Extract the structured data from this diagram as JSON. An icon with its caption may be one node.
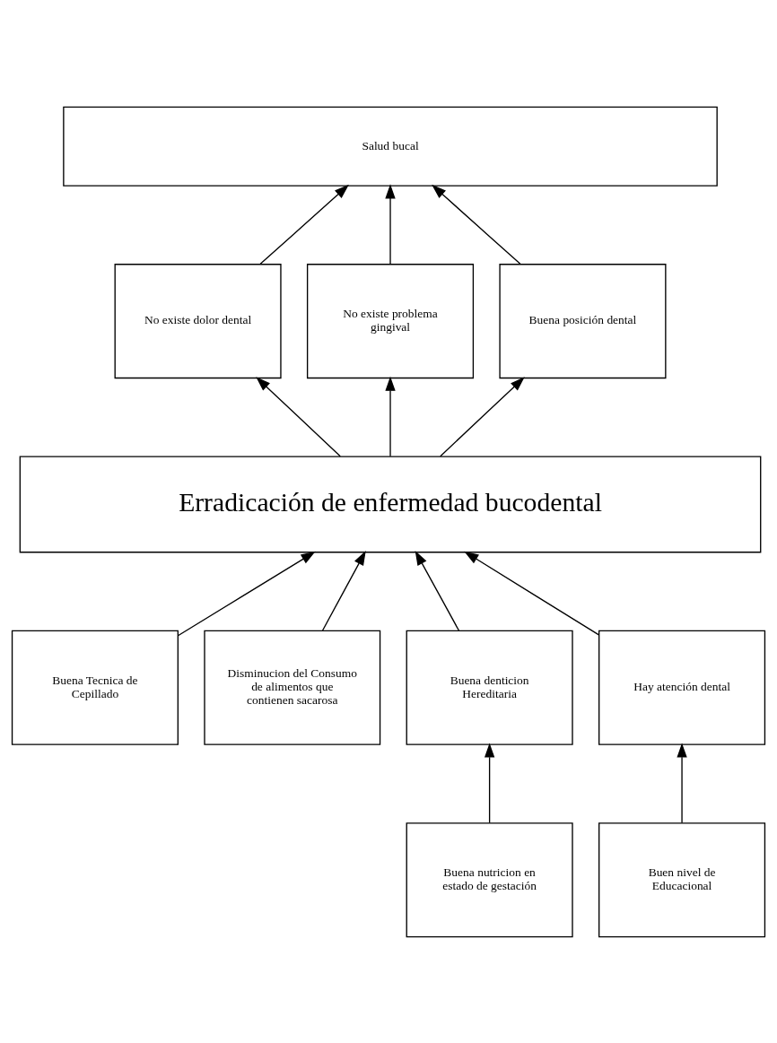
{
  "diagram": {
    "nodes": [
      {
        "text": [
          "Salud bucal"
        ]
      },
      {
        "text": [
          "No existe dolor dental"
        ]
      },
      {
        "text": [
          "No existe problema gingival"
        ]
      },
      {
        "text": [
          "Buena posición dental"
        ]
      },
      {
        "text": [
          "Erradicación de enfermedad bucodental"
        ]
      },
      {
        "text": [
          "Buena Tecnica de Cepillado"
        ]
      },
      {
        "text": [
          "Disminucion del Consumo de alimentos que contienen sacarosa"
        ]
      },
      {
        "text": [
          "Buena denticion Hereditaria"
        ]
      },
      {
        "text": [
          "Hay atención dental"
        ]
      },
      {
        "text": [
          "Buena nutricion en estado de gestación"
        ]
      },
      {
        "text": [
          "Buen nivel de Educacional"
        ]
      }
    ],
    "edges": [
      {
        "from": 1,
        "to": 0,
        "arrow": "to"
      },
      {
        "from": 2,
        "to": 0,
        "arrow": "to"
      },
      {
        "from": 3,
        "to": 0,
        "arrow": "to"
      },
      {
        "from": 4,
        "to": 1,
        "arrow": "to"
      },
      {
        "from": 4,
        "to": 2,
        "arrow": "to"
      },
      {
        "from": 4,
        "to": 3,
        "arrow": "to"
      },
      {
        "from": 5,
        "to": 4,
        "arrow": "to"
      },
      {
        "from": 6,
        "to": 4,
        "arrow": "to"
      },
      {
        "from": 7,
        "to": 4,
        "arrow": "to"
      },
      {
        "from": 8,
        "to": 4,
        "arrow": "to"
      },
      {
        "from": 9,
        "to": 7,
        "arrow": "to"
      },
      {
        "from": 10,
        "to": 8,
        "arrow": "to"
      }
    ]
  }
}
